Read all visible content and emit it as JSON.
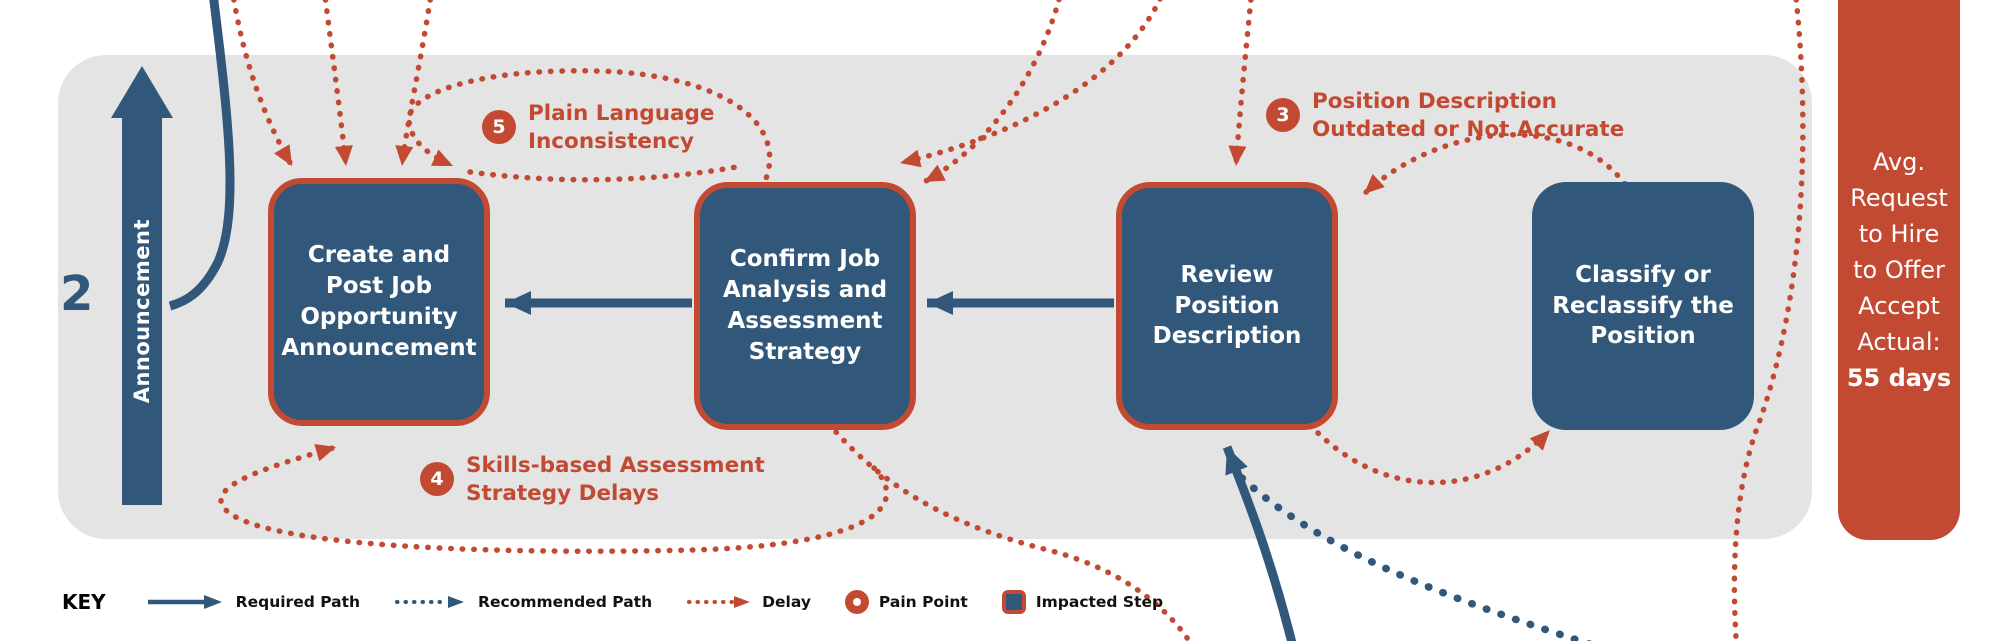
{
  "stage": {
    "number": "2",
    "lane_label": "Announcement"
  },
  "boxes": [
    {
      "id": "create-post-announcement",
      "lines": [
        "Create and",
        "Post Job",
        "Opportunity",
        "Announcement"
      ],
      "impacted": true
    },
    {
      "id": "confirm-job-analysis",
      "lines": [
        "Confirm Job",
        "Analysis and",
        "Assessment",
        "Strategy"
      ],
      "impacted": true
    },
    {
      "id": "review-position-description",
      "lines": [
        "Review",
        "Position",
        "Description"
      ],
      "impacted": true
    },
    {
      "id": "classify-position",
      "lines": [
        "Classify or",
        "Reclassify the",
        "Position"
      ],
      "impacted": false
    }
  ],
  "pain_points": [
    {
      "num": "5",
      "lines": [
        "Plain Language",
        "Inconsistency"
      ]
    },
    {
      "num": "3",
      "lines": [
        "Position Description",
        "Outdated or Not Accurate"
      ]
    },
    {
      "num": "4",
      "lines": [
        "Skills-based Assessment",
        "Strategy Delays"
      ]
    }
  ],
  "banner": {
    "lines": [
      "Avg.",
      "Request",
      "to Hire",
      "to Offer",
      "Accept",
      "Actual:"
    ],
    "value": "55 days"
  },
  "legend": {
    "title": "KEY",
    "items": [
      "Required Path",
      "Recommended Path",
      "Delay",
      "Pain Point",
      "Impacted Step"
    ]
  },
  "colors": {
    "blue": "#31587A",
    "red": "#C24A32",
    "band_gray": "#E5E4E4"
  }
}
